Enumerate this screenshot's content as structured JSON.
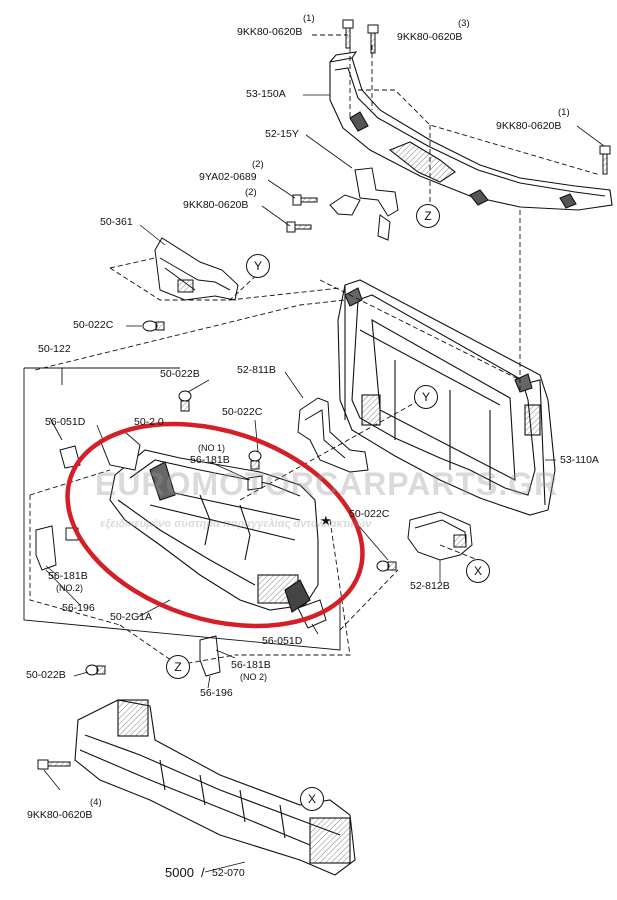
{
  "watermark": {
    "main": "EUROMOTORCARPARTS.GR",
    "sub": "εξειδικευμένο σύστημα παραγγελίας ανταλλακτικών"
  },
  "part_labels": {
    "bolt_top_left": "9KK80-0620B",
    "bolt_top_left_qty": "(1)",
    "bolt_top_right": "9KK80-0620B",
    "bolt_top_right_qty": "(3)",
    "bracket_upper": "53-150A",
    "bolt_right": "9KK80-0620B",
    "bolt_right_qty": "(1)",
    "bracket_52_15y": "52-15Y",
    "bolt_9ya02": "9YA02-0689",
    "bolt_9ya02_qty": "(2)",
    "bolt_mid": "9KK80-0620B",
    "bolt_mid_qty": "(2)",
    "duct_50_361": "50-361",
    "clip_50_022c_a": "50-022C",
    "bumper_set": "50-122",
    "clip_50_022b_a": "50-022B",
    "duct_52_811b": "52-811B",
    "clip_50_022c_b": "50-022C",
    "bracket_56_051d_a": "56-051D",
    "absorber_50_2_0": "50-2 0",
    "pad_56_181b_a": "56-181B",
    "pad_56_181b_a_note": "(NO 1)",
    "support_53_110a": "53-110A",
    "clip_50_022c_c": "50-022C",
    "pad_56_181b_b": "56-181B",
    "pad_56_181b_b_note": "(NO.2)",
    "bracket_56_196_a": "56-196",
    "absorber_50_2g1a": "50-2G1A",
    "bracket_56_051d_b": "56-051D",
    "duct_52_812b": "52-812B",
    "pad_56_181b_c": "56-181B",
    "pad_56_181b_c_note": "(NO 2)",
    "clip_50_022b_b": "50-022B",
    "bracket_56_196_b": "56-196",
    "bolt_bottom": "9KK80-0620B",
    "bolt_bottom_qty": "(4)",
    "reinforcement": "5000",
    "reinforcement_slash": "/",
    "reinforcement_alt": "52-070"
  },
  "refs": {
    "z_top": "Z",
    "y_left": "Y",
    "y_right": "Y",
    "x_right": "X",
    "z_bottom": "Z",
    "x_bottom": "X"
  },
  "marker": "★",
  "colors": {
    "highlight_ellipse": "#d51f26",
    "line": "#111111"
  }
}
